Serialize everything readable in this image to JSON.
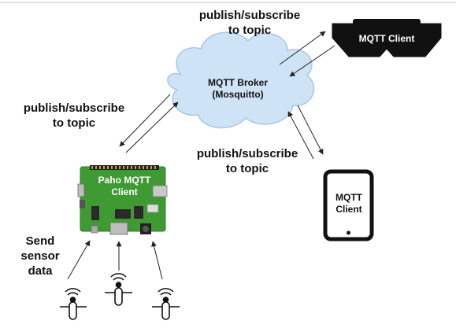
{
  "broker": {
    "line1": "MQTT Broker",
    "line2": "(Mosquitto)"
  },
  "headset": {
    "label": "MQTT Client"
  },
  "tablet": {
    "line1": "MQTT",
    "line2": "Client"
  },
  "pi": {
    "line1": "Paho MQTT",
    "line2": "Client"
  },
  "labels": {
    "top": {
      "line1": "publish/subscribe",
      "line2": "to topic"
    },
    "left": {
      "line1": "publish/subscribe",
      "line2": "to topic"
    },
    "right": {
      "line1": "publish/subscribe",
      "line2": "to topic"
    },
    "sensor": {
      "line1": "Send",
      "line2": "sensor",
      "line3": "data"
    }
  },
  "colors": {
    "cloud": "#cfe3f6",
    "cloud_stroke": "#a9c6e3",
    "board": "#3f9a34",
    "device": "#111111"
  }
}
